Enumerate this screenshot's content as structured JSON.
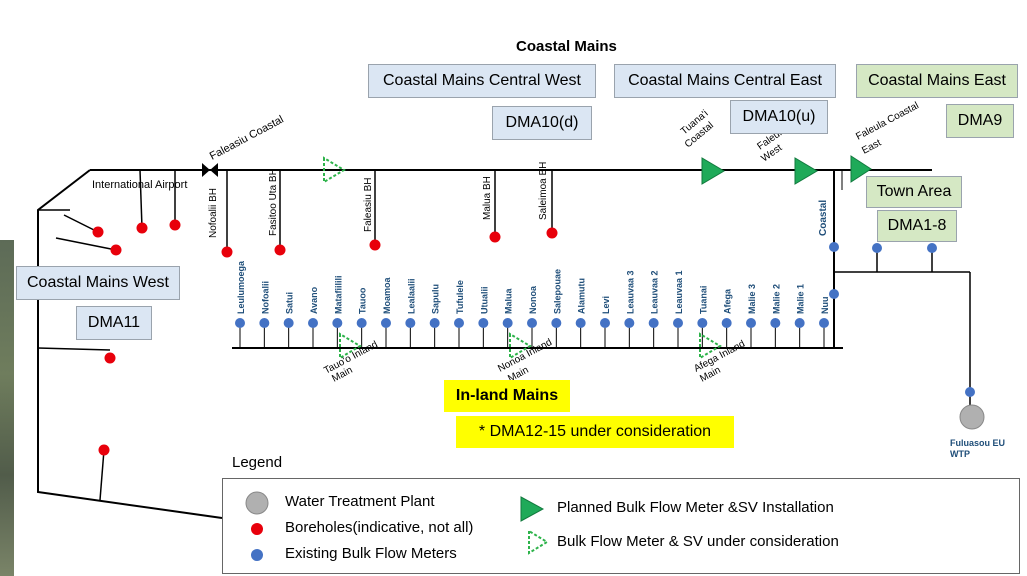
{
  "title": "Coastal Mains",
  "boxes": {
    "central_west": "Coastal Mains Central West",
    "central_east": "Coastal Mains Central East",
    "east": "Coastal Mains East",
    "dma10d": "DMA10(d)",
    "dma10u": "DMA10(u)",
    "dma9": "DMA9",
    "town_area": "Town Area",
    "dma1_8": "DMA1-8",
    "west": "Coastal Mains West",
    "dma11": "DMA11",
    "inland_mains": "In-land Mains",
    "dma12_15": "* DMA12-15 under consideration"
  },
  "labels": {
    "faleasiu_coastal": "Faleasiu Coastal",
    "international_airport": "International Airport",
    "nofoalii_bh": "Nofoalii BH",
    "fasitoo_uta_bh": "Fasitoo Uta BH",
    "faleasiu_bh": "Faleasiu BH",
    "malua_bh": "Malua BH",
    "saleimoa_bh": "Saleimoa BH",
    "tuanai_coastal_1": "Tuana'i",
    "tuanai_coastal_2": "Coastal",
    "faleula_west_1": "Faleula",
    "faleula_west_2": "West",
    "faleula_coastal_east_1": "Faleula Coastal",
    "faleula_coastal_east_2": "East",
    "coastal": "Coastal",
    "tauoo_inland_1": "Tauo'o Inland",
    "tauoo_inland_2": "Main",
    "nonoa_inland_1": "Nonoa Inland",
    "nonoa_inland_2": "Main",
    "afega_inland_1": "Afega Inland",
    "afega_inland_2": "Main",
    "fuluasou_1": "Fuluasou EU",
    "fuluasou_2": "WTP"
  },
  "villages": [
    "Leulumoega",
    "Nofoalii",
    "Satui",
    "Avano",
    "Matafiilili",
    "Tauoo",
    "Moamoa",
    "Lealaalii",
    "Sapulu",
    "Tufulele",
    "Utualii",
    "Malua",
    "Nonoa",
    "Salepouae",
    "Alamutu",
    "Levi",
    "Leauvaa 3",
    "Leauvaa 2",
    "Leauvaa 1",
    "Tuanai",
    "Afega",
    "Malie 3",
    "Malie 2",
    "Malie 1",
    "Nuu"
  ],
  "legend": {
    "title": "Legend",
    "wtp": "Water Treatment Plant",
    "boreholes": "Boreholes(indicative, not all)",
    "existing": "Existing Bulk Flow Meters",
    "planned": "Planned Bulk Flow Meter &SV Installation",
    "consideration": "Bulk Flow Meter & SV under consideration"
  },
  "colors": {
    "borehole": "#e8000b",
    "flow_meter": "#4472c4",
    "planned_triangle": "#1faa59",
    "consideration_triangle": "#2db34a",
    "wtp": "#b0b0b0",
    "box_blue": "#dbe6f3",
    "box_green": "#d5e8c4",
    "highlight": "#ffff00",
    "village_text": "#1f4e79"
  }
}
